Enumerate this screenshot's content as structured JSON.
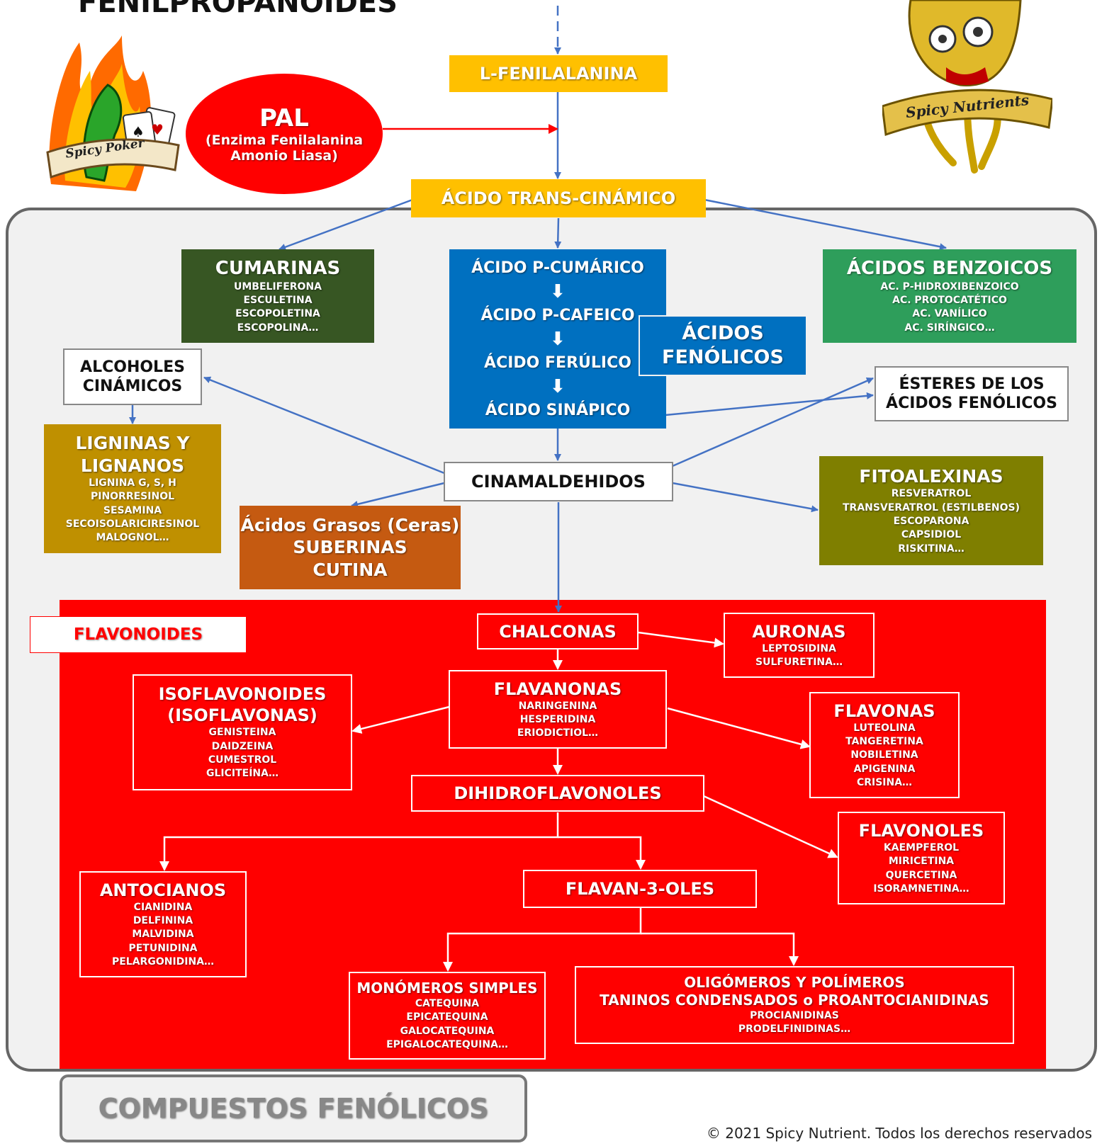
{
  "title": "FENILPROPANOIDES",
  "l_fenilalanina": "L-FENILALANINA",
  "pal": {
    "title": "PAL",
    "line1": "(Enzima Fenilalanina",
    "line2": "Amonio Liasa)"
  },
  "logo_left": "Spicy Poker",
  "logo_right": "Spicy Nutrients",
  "trans_cinamico": "ÁCIDO TRANS-CINÁMICO",
  "cumarinas": {
    "title": "CUMARINAS",
    "items": [
      "UMBELIFERONA",
      "ESCULETINA",
      "ESCOPOLETINA",
      "ESCOPOLINA…"
    ]
  },
  "acidos_chain": [
    "ÁCIDO P-CUMÁRICO",
    "ÁCIDO P-CAFEICO",
    "ÁCIDO FERÚLICO",
    "ÁCIDO SINÁPICO"
  ],
  "acidos_fenolicos": {
    "line1": "ÁCIDOS",
    "line2": "FENÓLICOS"
  },
  "benzoicos": {
    "title": "ÁCIDOS BENZOICOS",
    "items": [
      "AC. P-HIDROXIBENZOICO",
      "AC. PROTOCATÉTICO",
      "AC. VANÍLICO",
      "AC. SIRÍNGICO…"
    ]
  },
  "alcoholes": {
    "line1": "ALCOHOLES",
    "line2": "CINÁMICOS"
  },
  "esteres": {
    "line1": "ÉSTERES DE LOS",
    "line2": "ÁCIDOS FENÓLICOS"
  },
  "ligninas": {
    "line1": "LIGNINAS Y",
    "line2": "LIGNANOS",
    "items": [
      "LIGNINA G, S, H",
      "PINORRESINOL",
      "SESAMINA",
      "SECOISOLARICIRESINOL",
      "MALOGNOL…"
    ]
  },
  "cinamaldehidos": "CINAMALDEHIDOS",
  "grasos": {
    "line1": "Ácidos Grasos (Ceras)",
    "line2": "SUBERINAS",
    "line3": "CUTINA"
  },
  "fitoalexinas": {
    "title": "FITOALEXINAS",
    "items": [
      "RESVERATROL",
      "TRANSVERATROL (ESTILBENOS)",
      "ESCOPARONA",
      "CAPSIDIOL",
      "RISKITINA…"
    ]
  },
  "flavonoides_label": "FLAVONOIDES",
  "chalconas": "CHALCONAS",
  "auronas": {
    "title": "AURONAS",
    "items": [
      "LEPTOSIDINA",
      "SULFURETINA…"
    ]
  },
  "isoflavonoides": {
    "line1": "ISOFLAVONOIDES",
    "line2": "(ISOFLAVONAS)",
    "items": [
      "GENISTEINA",
      "DAIDZEINA",
      "CUMESTROL",
      "GLICITEÍNA…"
    ]
  },
  "flavanonas": {
    "title": "FLAVANONAS",
    "items": [
      "NARINGENINA",
      "HESPERIDINA",
      "ERIODICTIOL…"
    ]
  },
  "flavonas": {
    "title": "FLAVONAS",
    "items": [
      "LUTEOLINA",
      "TANGERETINA",
      "NOBILETINA",
      "APIGENINA",
      "CRISINA…"
    ]
  },
  "dihidroflavonoles": "DIHIDROFLAVONOLES",
  "flavonoles": {
    "title": "FLAVONOLES",
    "items": [
      "KAEMPFEROL",
      "MIRICETINA",
      "QUERCETINA",
      "ISORAMNETINA…"
    ]
  },
  "antocianos": {
    "title": "ANTOCIANOS",
    "items": [
      "CIANIDINA",
      "DELFININA",
      "MALVIDINA",
      "PETUNIDINA",
      "PELARGONIDINA…"
    ]
  },
  "flavan3oles": "FLAVAN-3-OLES",
  "monomeros": {
    "title": "MONÓMEROS SIMPLES",
    "items": [
      "CATEQUINA",
      "EPICATEQUINA",
      "GALOCATEQUINA",
      "EPIGALOCATEQUINA…"
    ]
  },
  "oligomeros": {
    "line1": "OLIGÓMEROS Y POLÍMEROS",
    "line2": "TANINOS CONDENSADOS o PROANTOCIANIDINAS",
    "items": [
      "PROCIANIDINAS",
      "PRODELFINIDINAS…"
    ]
  },
  "compuestos_fenolicos": "COMPUESTOS FENÓLICOS",
  "copyright": "© 2021 Spicy Nutrient. Todos los derechos reservados",
  "colors": {
    "yellow": "#ffc000",
    "blue": "#0070c0",
    "red": "#ff0000",
    "cumarinas": "#375623",
    "benzoicos": "#2e9e5b",
    "ligninas": "#bf9000",
    "grasos": "#c55a11",
    "fitoalexinas": "#7f7f00",
    "arrow": "#4472c4"
  }
}
